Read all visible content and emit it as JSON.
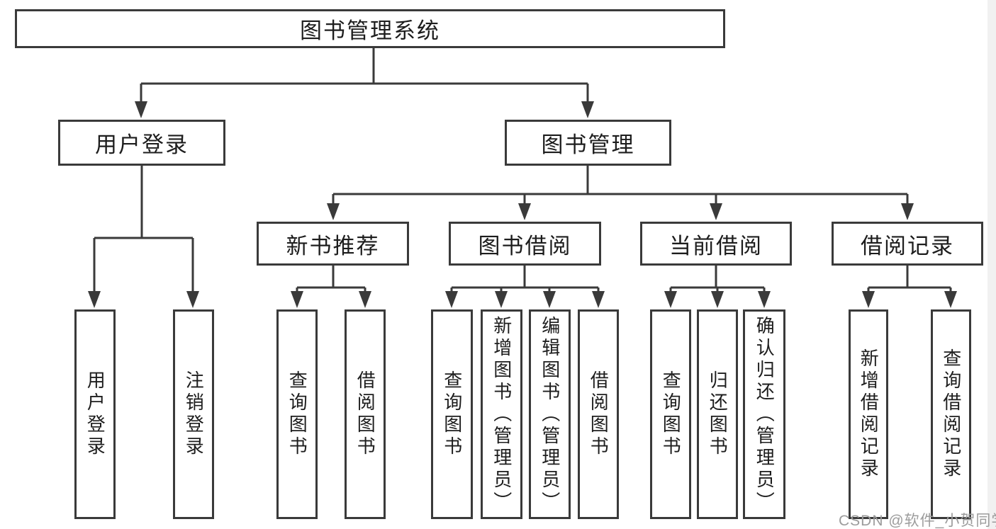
{
  "diagram": {
    "root": {
      "label": "图书管理系统"
    },
    "branches": [
      {
        "label": "用户登录",
        "children": [
          {
            "label": "用户登录"
          },
          {
            "label": "注销登录"
          }
        ]
      },
      {
        "label": "图书管理",
        "sections": [
          {
            "label": "新书推荐",
            "children": [
              {
                "label": "查询图书"
              },
              {
                "label": "借阅图书"
              }
            ]
          },
          {
            "label": "图书借阅",
            "children": [
              {
                "label": "查询图书"
              },
              {
                "label": "新增图书（管理员）"
              },
              {
                "label": "编辑图书（管理员）"
              },
              {
                "label": "借阅图书"
              }
            ]
          },
          {
            "label": "当前借阅",
            "children": [
              {
                "label": "查询图书"
              },
              {
                "label": "归还图书"
              },
              {
                "label": "确认归还（管理员）"
              }
            ]
          },
          {
            "label": "借阅记录",
            "children": [
              {
                "label": "新增借阅记录"
              },
              {
                "label": "查询借阅记录"
              }
            ]
          }
        ]
      }
    ]
  },
  "watermark": {
    "text": "CSDN @软件_小贺同学"
  },
  "colors": {
    "line": "#3a3a3a",
    "text": "#1d1d1d",
    "watermark": "#9c9c9c",
    "background": "#ffffff"
  }
}
